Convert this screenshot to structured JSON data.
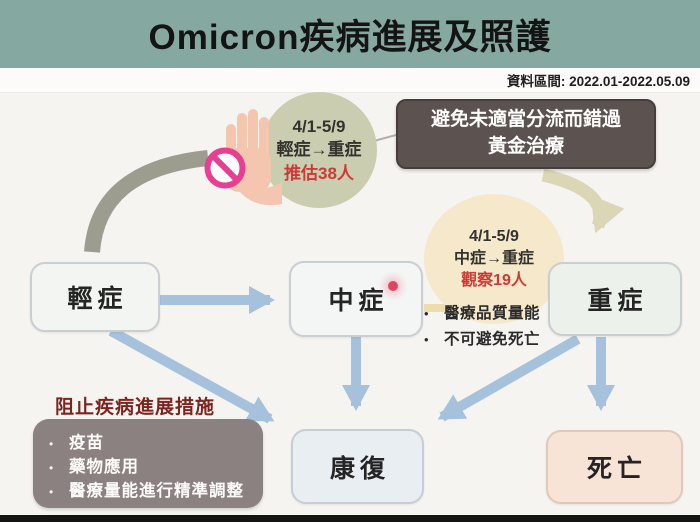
{
  "slide": {
    "title": "Omicron疾病進展及照護",
    "data_range": "資料區間: 2022.01-2022.05.09"
  },
  "callouts": {
    "avoid": {
      "line1": "避免未適當分流而錯過",
      "line2": "黃金治療"
    },
    "mild_to_severe": {
      "period": "4/1-5/9",
      "transition": "輕症→重症",
      "stat": "推估38人"
    },
    "moderate_to_severe": {
      "period": "4/1-5/9",
      "transition": "中症→重症",
      "stat": "觀察19人"
    }
  },
  "severe_notes": {
    "items": [
      "醫療品質量能",
      "不可避免死亡"
    ]
  },
  "prevention": {
    "title": "阻止疾病進展措施",
    "items": [
      "疫苗",
      "藥物應用",
      "醫療量能進行精準調整"
    ]
  },
  "nodes": {
    "mild": "輕症",
    "moderate": "中症",
    "severe": "重症",
    "recovery": "康復",
    "death": "死亡"
  },
  "colors": {
    "header_bg": "#85a9a0",
    "dark_box": "#5c5350",
    "prevention_box": "#8a8180",
    "arrow_blue": "#a6c1db",
    "arrow_tan": "#ecddae",
    "arrow_swoosh": "#d7d3ac",
    "arc_gray": "#9c9c8f",
    "stop_pink": "#e73f92",
    "hand_peach": "#f4c6af",
    "stat_red": "#cd3a35",
    "prevention_title_red": "#7e241f"
  }
}
